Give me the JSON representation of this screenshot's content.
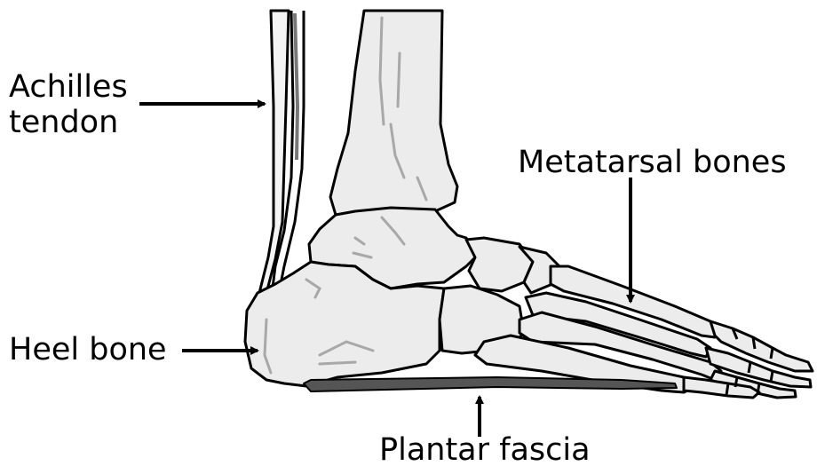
{
  "labels": {
    "achilles_line1": "Achilles",
    "achilles_line2": "tendon",
    "metatarsal": "Metatarsal bones",
    "heel": "Heel bone",
    "plantar": "Plantar fascia"
  },
  "colors": {
    "bone_fill": "#ececec",
    "outline": "#000000",
    "shading": "#a8a8a8",
    "fascia": "#555555",
    "background": "#ffffff"
  }
}
